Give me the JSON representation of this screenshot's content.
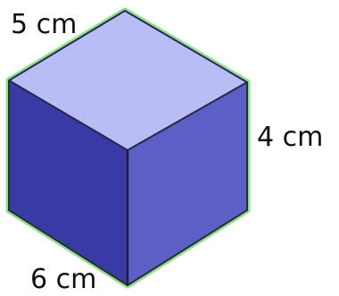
{
  "figure": {
    "shape": "cuboid",
    "colors": {
      "top_face": "#b9bdf6",
      "left_face": "#3a3aa6",
      "right_face": "#5c5fc6",
      "edge": "#2a2a44",
      "outline_glow": "#7ed87e",
      "background": "#ffffff"
    },
    "labels": {
      "top_edge": "5 cm",
      "right_edge": "4 cm",
      "bottom_edge": "6 cm"
    }
  }
}
